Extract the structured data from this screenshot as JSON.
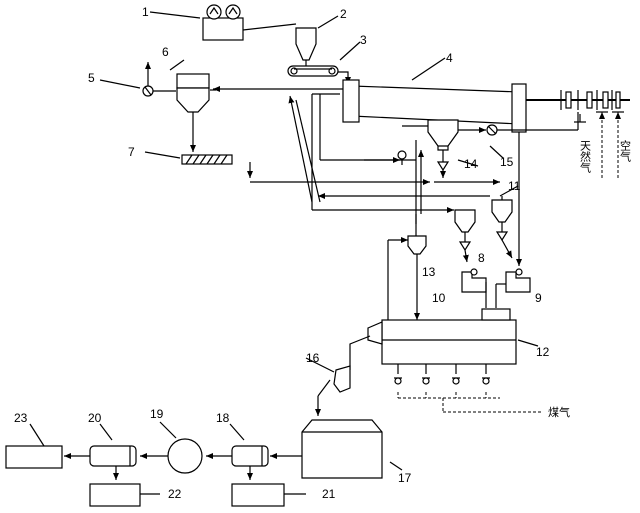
{
  "labels": {
    "n1": "1",
    "n2": "2",
    "n3": "3",
    "n4": "4",
    "n5": "5",
    "n6": "6",
    "n7": "7",
    "n8": "8",
    "n9": "9",
    "n10": "10",
    "n11": "11",
    "n12": "12",
    "n13": "13",
    "n14": "14",
    "n15": "15",
    "n16": "16",
    "n17": "17",
    "n18": "18",
    "n19": "19",
    "n20": "20",
    "n21": "21",
    "n22": "22",
    "n23": "23"
  },
  "streams": {
    "natural_gas": "天然气",
    "air": "空气",
    "coal_gas": "煤气"
  }
}
